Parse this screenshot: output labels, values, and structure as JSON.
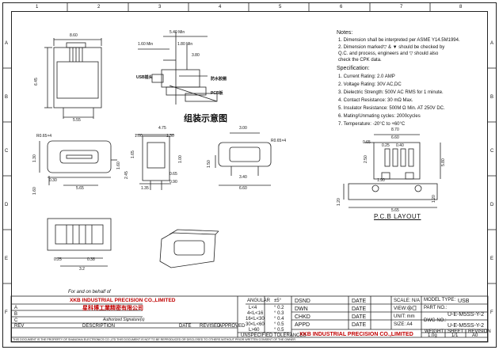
{
  "border": {
    "cols": [
      "1",
      "2",
      "3",
      "4",
      "5",
      "6",
      "7",
      "8"
    ],
    "rows": [
      "A",
      "B",
      "C",
      "D",
      "E",
      "F"
    ]
  },
  "notes": {
    "title": "Notes:",
    "lines": [
      "1. Dimension shall be interpreted per ASME Y14.5M1994.",
      "2. Dimension marked▽ & ▼ should be checked by",
      "    Q.C. and process, engineers and ▽ should also",
      "    check the CPK data.",
      "Specification:",
      "1. Current Rating: 2.0 AMP",
      "2. Voltage Rating: 30V AC,DC",
      "3. Dielectric Strength: 500V AC RMS for 1 minute.",
      "4. Contact Resistance: 30 mΩ Max.",
      "5. Insulator Resistance: 500M Ω Min. AT 250V DC.",
      "6. Mating/Unmating cycles: 2000cycles",
      "7. Temperature: -20°C to +60°C"
    ]
  },
  "assembly": {
    "dim_top": "5.40 Min",
    "dim_160": "1.60 Min",
    "dim_180": "1.80 Min",
    "dim_380": "3.80",
    "label_usb": "USB插头",
    "label_seal": "防水胶圈",
    "label_pcb": "PCB板",
    "caption": "组装示意图"
  },
  "top_view": {
    "dim_width": "8.60",
    "dim_height": "6.45",
    "dim_bottom": "5.55"
  },
  "front_view": {
    "dim_r": "R0.65×4",
    "dim_w": "5.65",
    "dim_l": "0.30",
    "dim_h1": "1.30",
    "dim_h2": "1.60",
    "dim_h3": "1.60",
    "dim_b": "2.45"
  },
  "side_view": {
    "dim_a": "4.75",
    "dim_b": "1.00",
    "dim_c": "1.30",
    "dim_d": "0.90",
    "dim_e": "1.35",
    "dim_f": "0.65",
    "dim_g": "1.65",
    "dim_h": "1.00"
  },
  "right_view": {
    "dim_top": "3.00",
    "dim_r": "R0.65×4",
    "dim_150": "1.50",
    "dim_340": "3.40",
    "dim_660": "6.60"
  },
  "pcb": {
    "dim_870": "8.70",
    "dim_660": "6.60",
    "dim_025": "0.25",
    "dim_040": "0.40",
    "dim_565": "5.65",
    "dim_580": "5.80",
    "dim_120a": "1.20",
    "dim_120b": "1.20",
    "dim_250": "2.50",
    "dim_065": "0.65",
    "dim_190": "1.90",
    "title": "P.C.B LAYOUT"
  },
  "bottom_view": {
    "dim_a": "0.25",
    "dim_b": "0.38",
    "dim_c": "3.2"
  },
  "title_block": {
    "behalf_line": "For and on behalf of",
    "company_en": "XKB INDUSTRIAL PRECISION CO.,LIMITED",
    "company_cn": "星科博工業精密有限公司",
    "authorized": "Authorized Signature(s)",
    "rev_headers": [
      "REV",
      "DESCRIPTION",
      "DATE",
      "REVISED",
      "APPROVED"
    ],
    "rev_rows": [
      [
        "A",
        "",
        "",
        "",
        ""
      ],
      [
        "B",
        "",
        "",
        "",
        ""
      ],
      [
        "C",
        "",
        "",
        "",
        ""
      ]
    ],
    "tolerance_header": "ANGULAR",
    "tolerance_ang": "±5°",
    "tolerances": [
      [
        "L<4",
        "° 0.2"
      ],
      [
        "4<L<16",
        "° 0.3"
      ],
      [
        "16<L<30",
        "° 0.4"
      ],
      [
        "30<L<60",
        "° 0.5"
      ],
      [
        "L>60",
        "° 0.5"
      ]
    ],
    "tolerance_note": "UNSPECIFIED TOLERANCES",
    "roles": [
      "DSND",
      "DWN",
      "CHKD",
      "APPD"
    ],
    "date_label": "DATE",
    "scale": "SCALE: N/A",
    "view": "VIEW:",
    "unit": "UNIT:  mm",
    "size": "SIZE: A4",
    "model_type_label": "MODEL TYPE:",
    "model_type": "USB",
    "part_no_label": "PART NO.:",
    "part_no": "U-E-M5SS-Y-2",
    "dwg_no_label": "DWG NO.:",
    "dwg_no": "U-E-M5SS-Y-2",
    "weight_label": "WEIGHT",
    "sheet_label": "SHEET",
    "revision_label": "REVISION",
    "weight": "1.0g",
    "sheet": "1/1",
    "revision": "A0",
    "company_footer": "XKB INDUSTRIAL PRECISION CO.,LIMITED",
    "footer_note": "THIS DOCUMENT IS THE PROPERTY OF SHANGHAI ELECTRONICS CO.,LTD THIS DOCUMENT IS NOT TO BE REPRODUCED OR DISCLOSED TO OTHERS WITHOUT PRIOR WRITTEN CONSENT OF THE OWNER"
  }
}
